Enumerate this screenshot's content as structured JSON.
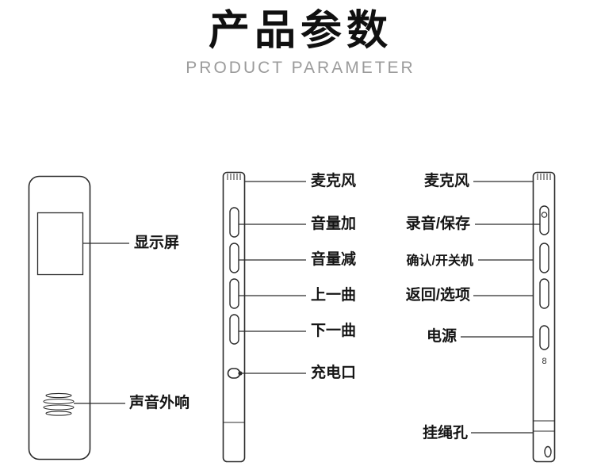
{
  "header": {
    "title": "产品参数",
    "subtitle": "PRODUCT PARAMETER"
  },
  "front_view": {
    "labels": {
      "screen": "显示屏",
      "speaker": "声音外响"
    }
  },
  "side_view_left": {
    "labels": {
      "microphone": "麦克风",
      "volume_up": "音量加",
      "volume_down": "音量减",
      "prev_track": "上一曲",
      "next_track": "下一曲",
      "charge_port": "充电口"
    }
  },
  "side_view_right": {
    "labels": {
      "microphone": "麦克风",
      "record_save": "录音/保存",
      "confirm_power": "确认/开关机",
      "back_options": "返回/选项",
      "power": "电源",
      "lanyard_hole": "挂绳孔"
    },
    "marking": "8"
  },
  "colors": {
    "outline": "#2b2b2b",
    "text": "#151515",
    "subtitle": "#9b9b9b"
  }
}
